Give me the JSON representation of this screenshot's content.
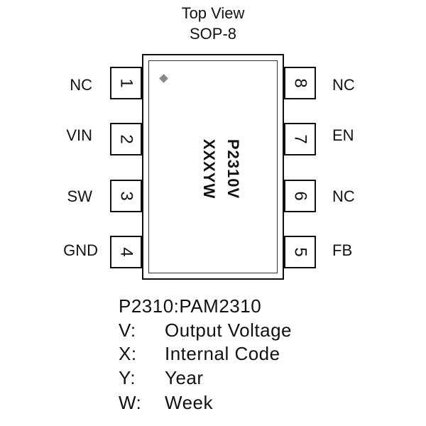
{
  "title": "Top View",
  "package": "SOP-8",
  "marking": {
    "line1": "P2310V",
    "line2": "XXXYW"
  },
  "pins": [
    {
      "num": "1",
      "name": "NC"
    },
    {
      "num": "2",
      "name": "VIN"
    },
    {
      "num": "3",
      "name": "SW"
    },
    {
      "num": "4",
      "name": "GND"
    },
    {
      "num": "5",
      "name": "FB"
    },
    {
      "num": "6",
      "name": "NC"
    },
    {
      "num": "7",
      "name": "EN"
    },
    {
      "num": "8",
      "name": "NC"
    }
  ],
  "legend": {
    "part": "P2310:PAM2310",
    "items": [
      {
        "key": "V:",
        "desc": "Output Voltage"
      },
      {
        "key": "X:",
        "desc": "Internal Code"
      },
      {
        "key": "Y:",
        "desc": "Year"
      },
      {
        "key": "W:",
        "desc": "Week"
      }
    ]
  }
}
